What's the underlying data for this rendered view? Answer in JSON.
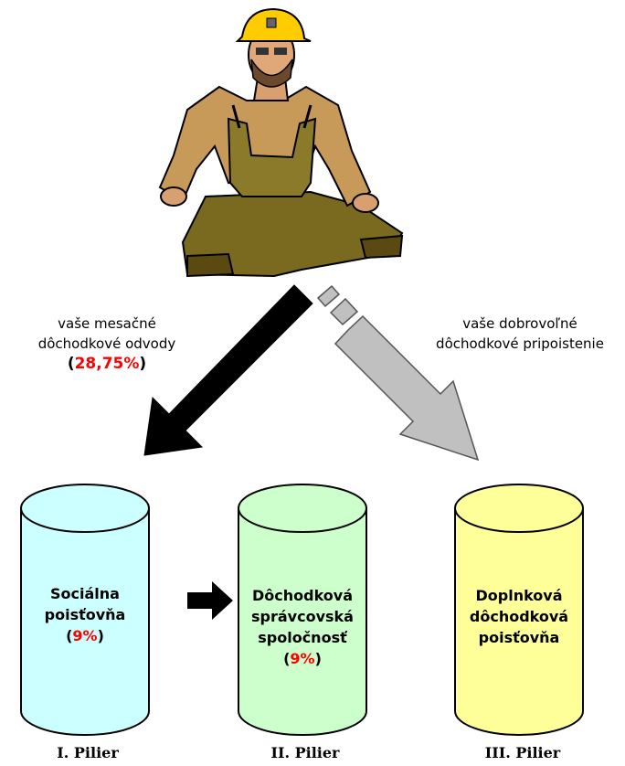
{
  "arrow_labels": {
    "left": {
      "line1": "vaše mesačné",
      "line2": "dôchodkové odvody",
      "pct_open": "(",
      "pct_value": "28,75%",
      "pct_close": ")"
    },
    "right": {
      "line1": "vaše dobrovoľné",
      "line2": "dôchodkové pripoistenie"
    }
  },
  "cylinders": [
    {
      "lines": [
        "Sociálna",
        "poisťovňa"
      ],
      "pct_open": "(",
      "pct_value": "9%",
      "pct_close": ")",
      "color": "#ccffff",
      "pillar": "I. Pilier"
    },
    {
      "lines": [
        "Dôchodková",
        "správcovská",
        "spoločnosť"
      ],
      "pct_open": "(",
      "pct_value": "9%",
      "pct_close": ")",
      "color": "#ccffcc",
      "pillar": "II. Pilier"
    },
    {
      "lines": [
        "Doplnková",
        "dôchodková",
        "poisťovňa"
      ],
      "color": "#ffff99",
      "pillar": "III. Pilier"
    }
  ],
  "colors": {
    "cyl_outline": "#000000",
    "arrow_black": "#000000",
    "arrow_gray": "#c0c0c0",
    "accent_red": "#ff0000"
  }
}
